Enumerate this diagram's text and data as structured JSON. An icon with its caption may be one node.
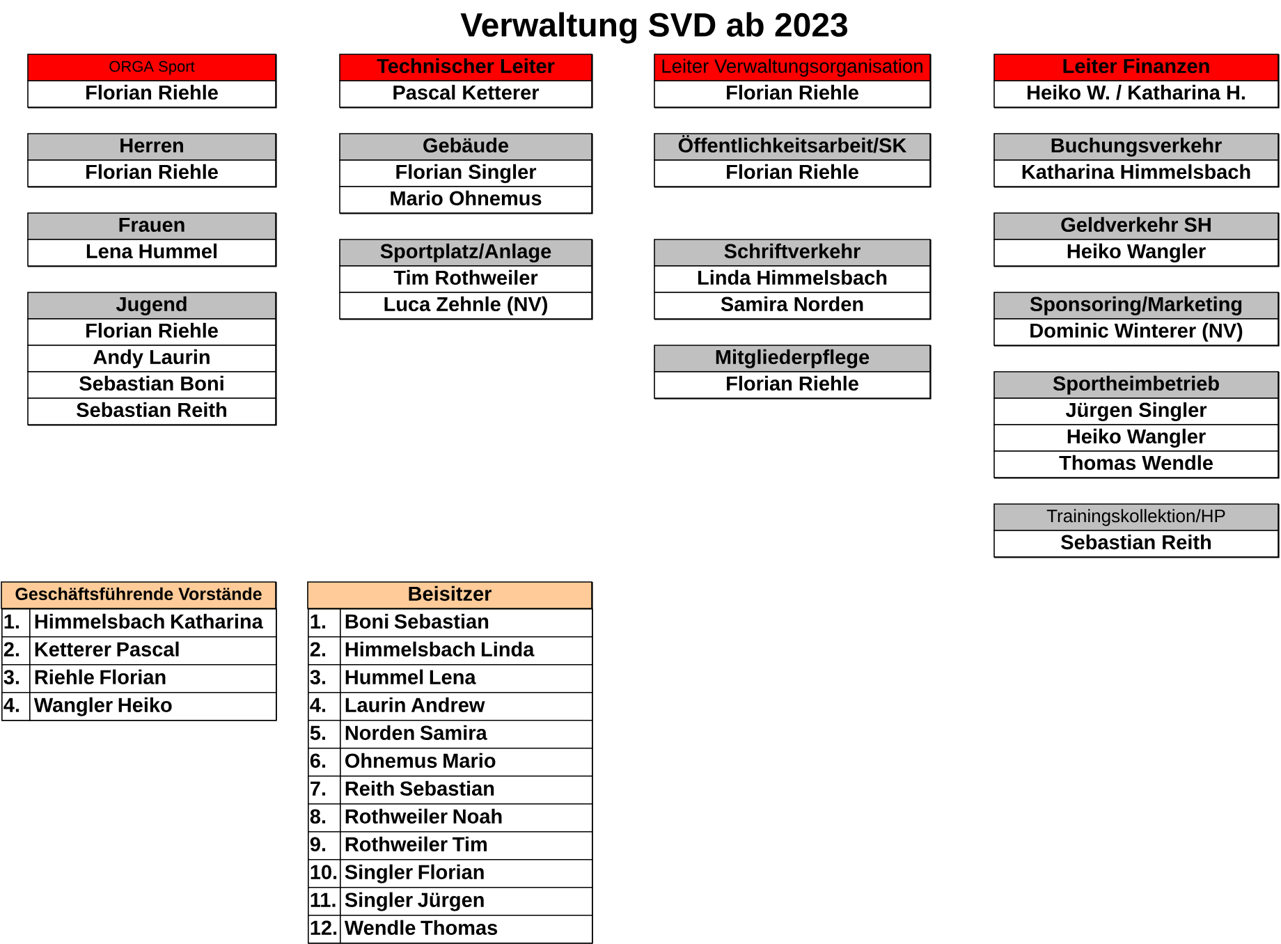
{
  "diagram": {
    "title": "Verwaltung SVD ab 2023",
    "nodes": [
      {
        "text": [
          "ORGA Sport",
          "Florian Riehle"
        ]
      },
      {
        "text": [
          "Herren",
          "Florian Riehle"
        ]
      },
      {
        "text": [
          "Frauen",
          "Lena Hummel"
        ]
      },
      {
        "text": [
          "Jugend",
          "Florian Riehle",
          "Andy Laurin",
          "Sebastian Boni",
          "Sebastian Reith"
        ]
      },
      {
        "text": [
          "Technischer Leiter",
          "Pascal Ketterer"
        ]
      },
      {
        "text": [
          "Gebäude",
          "Florian Singler",
          "Mario Ohnemus"
        ]
      },
      {
        "text": [
          "Sportplatz/Anlage",
          "Tim Rothweiler",
          "Luca Zehnle (NV)"
        ]
      },
      {
        "text": [
          "Leiter Verwaltungsorganisation",
          "Florian Riehle"
        ]
      },
      {
        "text": [
          "Öffentlichkeitsarbeit/SK",
          "Florian Riehle"
        ]
      },
      {
        "text": [
          "Schriftverkehr",
          "Linda Himmelsbach",
          "Samira Norden"
        ]
      },
      {
        "text": [
          "Mitgliederpflege",
          "Florian Riehle"
        ]
      },
      {
        "text": [
          "Leiter Finanzen",
          "Heiko W. / Katharina H."
        ]
      },
      {
        "text": [
          "Buchungsverkehr",
          "Katharina Himmelsbach"
        ]
      },
      {
        "text": [
          "Geldverkehr SH",
          "Heiko Wangler"
        ]
      },
      {
        "text": [
          "Sponsoring/Marketing",
          "Dominic Winterer (NV)"
        ]
      },
      {
        "text": [
          "Sportheimbetrieb",
          "Jürgen Singler",
          "Heiko Wangler",
          "Thomas Wendle"
        ]
      },
      {
        "text": [
          "Trainingskollektion/HP",
          "Sebastian Reith"
        ]
      },
      {
        "text": [
          "Geschäftsführende Vorstände",
          "1.",
          "Himmelsbach Katharina",
          "2.",
          "Ketterer Pascal",
          "3.",
          "Riehle Florian",
          "4.",
          "Wangler Heiko"
        ]
      },
      {
        "text": [
          "Beisitzer",
          "1.",
          "Boni Sebastian",
          "2.",
          "Himmelsbach Linda",
          "3.",
          "Hummel Lena",
          "4.",
          "Laurin Andrew",
          "5.",
          "Norden Samira",
          "6.",
          "Ohnemus Mario",
          "7.",
          "Reith Sebastian",
          "8.",
          "Rothweiler Noah",
          "9.",
          "Rothweiler Tim",
          "10.",
          "Singler Florian",
          "11.",
          "Singler Jürgen",
          "12.",
          "Wendle Thomas"
        ]
      }
    ]
  }
}
